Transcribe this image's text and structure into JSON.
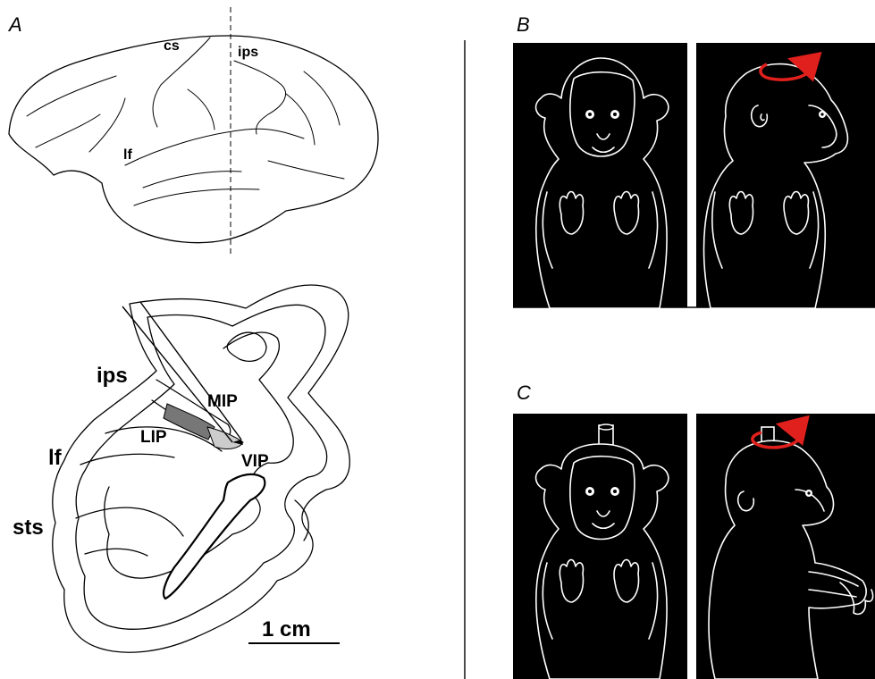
{
  "panels": {
    "a": "A",
    "b": "B",
    "c": "C"
  },
  "brain_lateral": {
    "labels": {
      "cs": "cs",
      "ips": "ips",
      "lf": "lf"
    }
  },
  "brain_section": {
    "labels": {
      "ips": "ips",
      "lf": "lf",
      "sts": "sts",
      "mip": "MIP",
      "lip": "LIP",
      "vip": "VIP"
    },
    "scale_bar": "1 cm"
  },
  "colors": {
    "rotation_arrow": "#e0201c",
    "background_photo": "#000000",
    "lip_fill": "#777777",
    "vip_fill": "#cccccc"
  },
  "icons": {
    "rotation_arrow_b": "rotation-arrow-icon",
    "rotation_arrow_c": "rotation-arrow-icon"
  }
}
